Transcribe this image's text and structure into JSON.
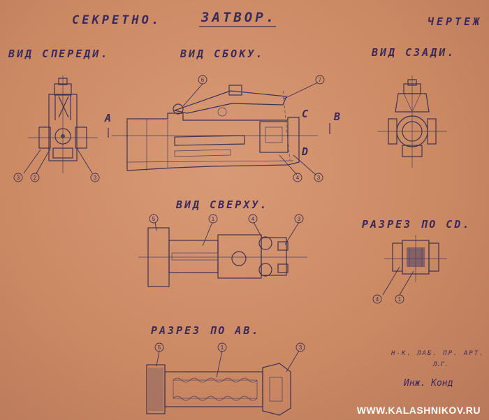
{
  "header": {
    "classification": "СЕКРЕТНО.",
    "title": "ЗАТВОР.",
    "drawing": "ЧЕРТЕЖ"
  },
  "views": {
    "front": "ВИД СПЕРЕДИ.",
    "side": "ВИД СБОКУ.",
    "rear": "ВИД СЗАДИ.",
    "top": "ВИД СВЕРХУ.",
    "section_cd": "РАЗРЕЗ ПО CD.",
    "section_ab": "РАЗРЕЗ ПО АВ."
  },
  "section_letters": {
    "a": "А",
    "b": "В",
    "c": "С",
    "d": "D"
  },
  "callouts": {
    "front": [
      "3",
      "2",
      "3"
    ],
    "side": [
      "6",
      "7",
      "4",
      "3"
    ],
    "top": [
      "5",
      "1",
      "4",
      "3"
    ],
    "cd": [
      "4",
      "1"
    ],
    "ab": [
      "5",
      "1",
      "3"
    ]
  },
  "title_block": {
    "line1": "Н-К. ЛАБ. ПР. АРТ.",
    "signature": "Инж. Конд"
  },
  "watermark": "WWW.KALASHNIKOV.RU",
  "colors": {
    "paper": "#cc8a64",
    "ink": "#3b3356"
  }
}
